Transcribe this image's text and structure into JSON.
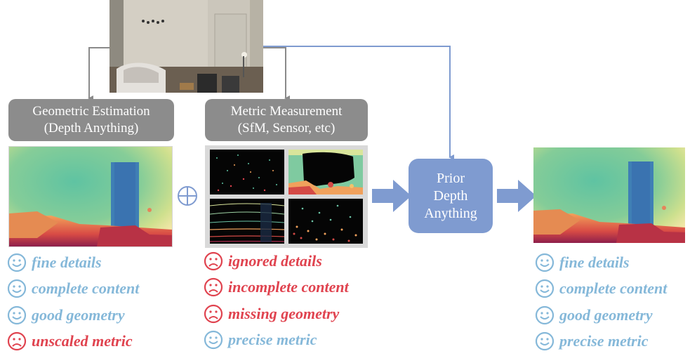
{
  "colors": {
    "connector_line": "#8a8a8a",
    "prior_connector_line": "#7f9bd0",
    "gray_box": "#8c8c8c",
    "prior_box": "#7f9bd0",
    "block_arrow": "#7f9bd0",
    "positive_text": "#85b8d9",
    "negative_text": "#e0434f"
  },
  "geometric": {
    "title_line1": "Geometric Estimation",
    "title_line2": "(Depth Anything)",
    "features": [
      {
        "text": "fine details",
        "icon": "smile-icon",
        "positive": true
      },
      {
        "text": "complete content",
        "icon": "smile-icon",
        "positive": true
      },
      {
        "text": "good geometry",
        "icon": "smile-icon",
        "positive": true
      },
      {
        "text": "unscaled metric",
        "icon": "frown-icon",
        "positive": false
      }
    ]
  },
  "metric": {
    "title_line1": "Metric Measurement",
    "title_line2": "(SfM, Sensor, etc)",
    "features": [
      {
        "text": "ignored details",
        "icon": "frown-icon",
        "positive": false
      },
      {
        "text": "incomplete content",
        "icon": "frown-icon",
        "positive": false
      },
      {
        "text": "missing geometry",
        "icon": "frown-icon",
        "positive": false
      },
      {
        "text": "precise metric",
        "icon": "smile-icon",
        "positive": true
      }
    ]
  },
  "combine_icon": "circle-plus-icon",
  "prior": {
    "line1": "Prior",
    "line2": "Depth",
    "line3": "Anything"
  },
  "output": {
    "features": [
      {
        "text": "fine details",
        "icon": "smile-icon",
        "positive": true
      },
      {
        "text": "complete content",
        "icon": "smile-icon",
        "positive": true
      },
      {
        "text": "good geometry",
        "icon": "smile-icon",
        "positive": true
      },
      {
        "text": "precise metric",
        "icon": "smile-icon",
        "positive": true
      }
    ]
  }
}
